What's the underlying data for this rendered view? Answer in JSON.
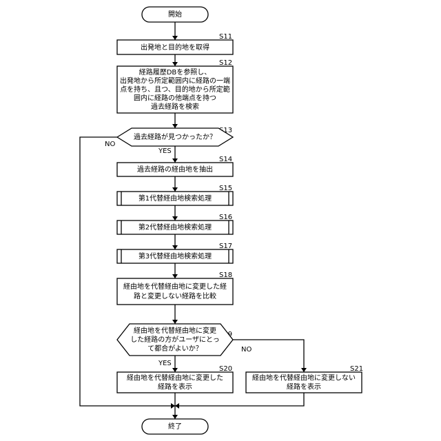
{
  "nodes": {
    "start": {
      "text": [
        "開始"
      ]
    },
    "s11": {
      "label": "S11",
      "text": [
        "出発地と目的地を取得"
      ]
    },
    "s12": {
      "label": "S12",
      "text": [
        "経路履歴DBを参照し、",
        "出発地から所定範囲内に経路の一端",
        "点を持ち、且つ、目的地から所定範",
        "囲内に経路の他端点を持つ",
        "過去経路を検索"
      ]
    },
    "s13": {
      "label": "S13",
      "text": [
        "過去経路が見つかったか？"
      ]
    },
    "s14": {
      "label": "S14",
      "text": [
        "過去経路の経由地を抽出"
      ]
    },
    "s15": {
      "label": "S15",
      "text": [
        "第1代替経由地検索処理"
      ]
    },
    "s16": {
      "label": "S16",
      "text": [
        "第2代替経由地検索処理"
      ]
    },
    "s17": {
      "label": "S17",
      "text": [
        "第3代替経由地検索処理"
      ]
    },
    "s18": {
      "label": "S18",
      "text": [
        "経由地を代替経由地に変更した経",
        "路と変更しない経路を比較"
      ]
    },
    "s19": {
      "label": "S19",
      "text": [
        "経由地を代替経由地に変更",
        "した経路の方がユーザにとっ",
        "て都合がよいか？"
      ]
    },
    "s20": {
      "label": "S20",
      "text": [
        "経由地を代替経由地に変更した",
        "経路を表示"
      ]
    },
    "s21": {
      "label": "S21",
      "text": [
        "経由地を代替経由地に変更しない",
        "経路を表示"
      ]
    },
    "end": {
      "text": [
        "終了"
      ]
    }
  },
  "branches": {
    "s13_no": "NO",
    "s13_yes": "YES",
    "s19_no": "NO",
    "s19_yes": "YES"
  }
}
